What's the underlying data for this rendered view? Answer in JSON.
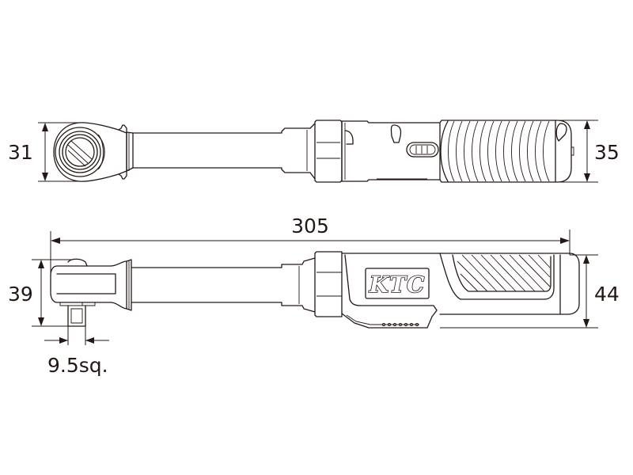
{
  "figure": {
    "subject": "KTC torque wrench dimensional drawing",
    "brand_logo": "KTC",
    "colors": {
      "line": "#231815",
      "background": "#ffffff"
    }
  },
  "top_view": {
    "dim_head_height": "31",
    "dim_grip_height": "35"
  },
  "side_view": {
    "dim_overall_length": "305",
    "dim_head_height": "39",
    "dim_grip_height": "44",
    "dim_drive_size": "9.5sq."
  }
}
